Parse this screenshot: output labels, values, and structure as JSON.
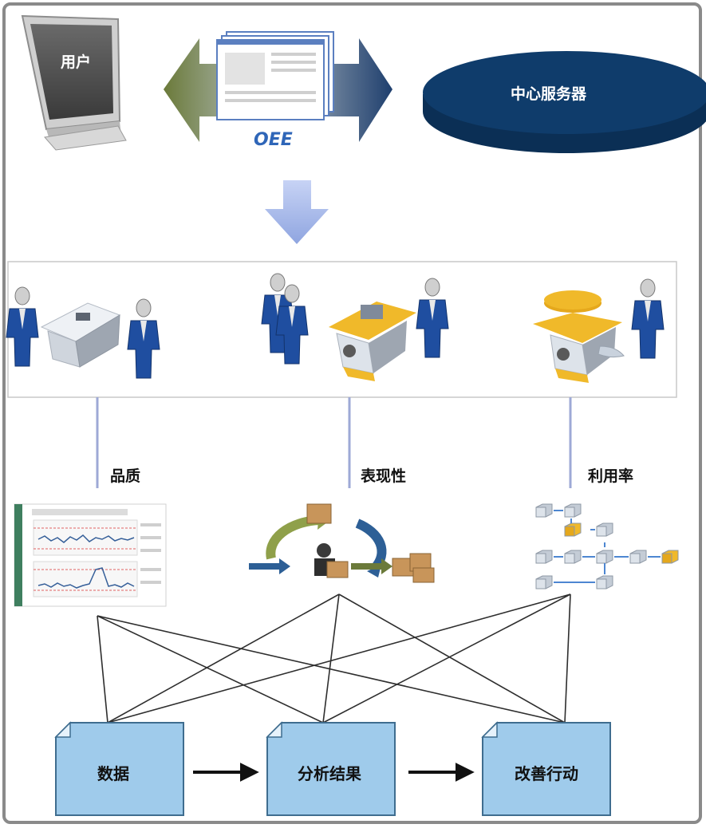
{
  "top": {
    "user_label": "用户",
    "oee_label": "OEE",
    "server_label": "中心服务器"
  },
  "branches": [
    {
      "label": "品质"
    },
    {
      "label": "表现性"
    },
    {
      "label": "利用率"
    }
  ],
  "boxes": [
    {
      "label": "数据"
    },
    {
      "label": "分析结果"
    },
    {
      "label": "改善行动"
    }
  ],
  "colors": {
    "frame": "#8a8a8a",
    "server": "#0f3c6b",
    "arrow_left": "#6b7a3a",
    "arrow_right": "#1f3f6e",
    "down_arrow": "#9fb2e6",
    "person": "#1f4ea0",
    "machine_accent": "#f0b92a",
    "box_fill": "#9fcbeb",
    "box_stroke": "#3f6d8f",
    "branch_line": "#9ea9d6"
  }
}
